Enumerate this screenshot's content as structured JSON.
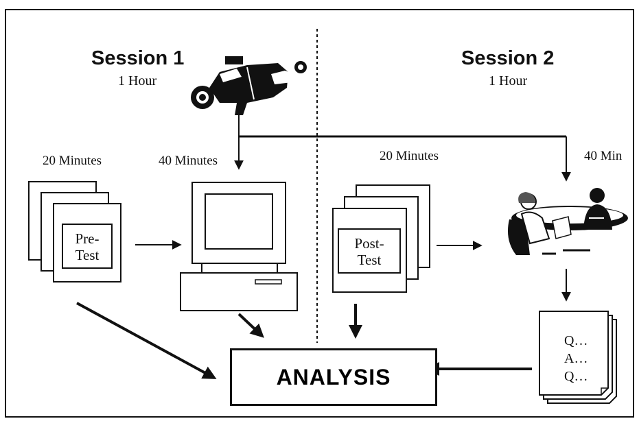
{
  "session1": {
    "title": "Session 1",
    "duration": "1 Hour"
  },
  "session2": {
    "title": "Session 2",
    "duration": "1 Hour"
  },
  "durations": {
    "s1_pretest": "20 Minutes",
    "s1_computer": "40 Minutes",
    "s2_posttest": "20 Minutes",
    "s2_interview": "40 Min"
  },
  "pretest": {
    "line1": "Pre-",
    "line2": "Test"
  },
  "posttest": {
    "line1": "Post-",
    "line2": "Test"
  },
  "transcript": {
    "line1": "Q…",
    "line2": "A…",
    "line3": "Q…"
  },
  "analysis": {
    "label": "ANALYSIS"
  },
  "icons": {
    "camera": "video-camera-icon",
    "computer": "desktop-computer-icon",
    "interview": "interview-meeting-icon"
  },
  "colors": {
    "ink": "#111111",
    "paper": "#ffffff"
  }
}
